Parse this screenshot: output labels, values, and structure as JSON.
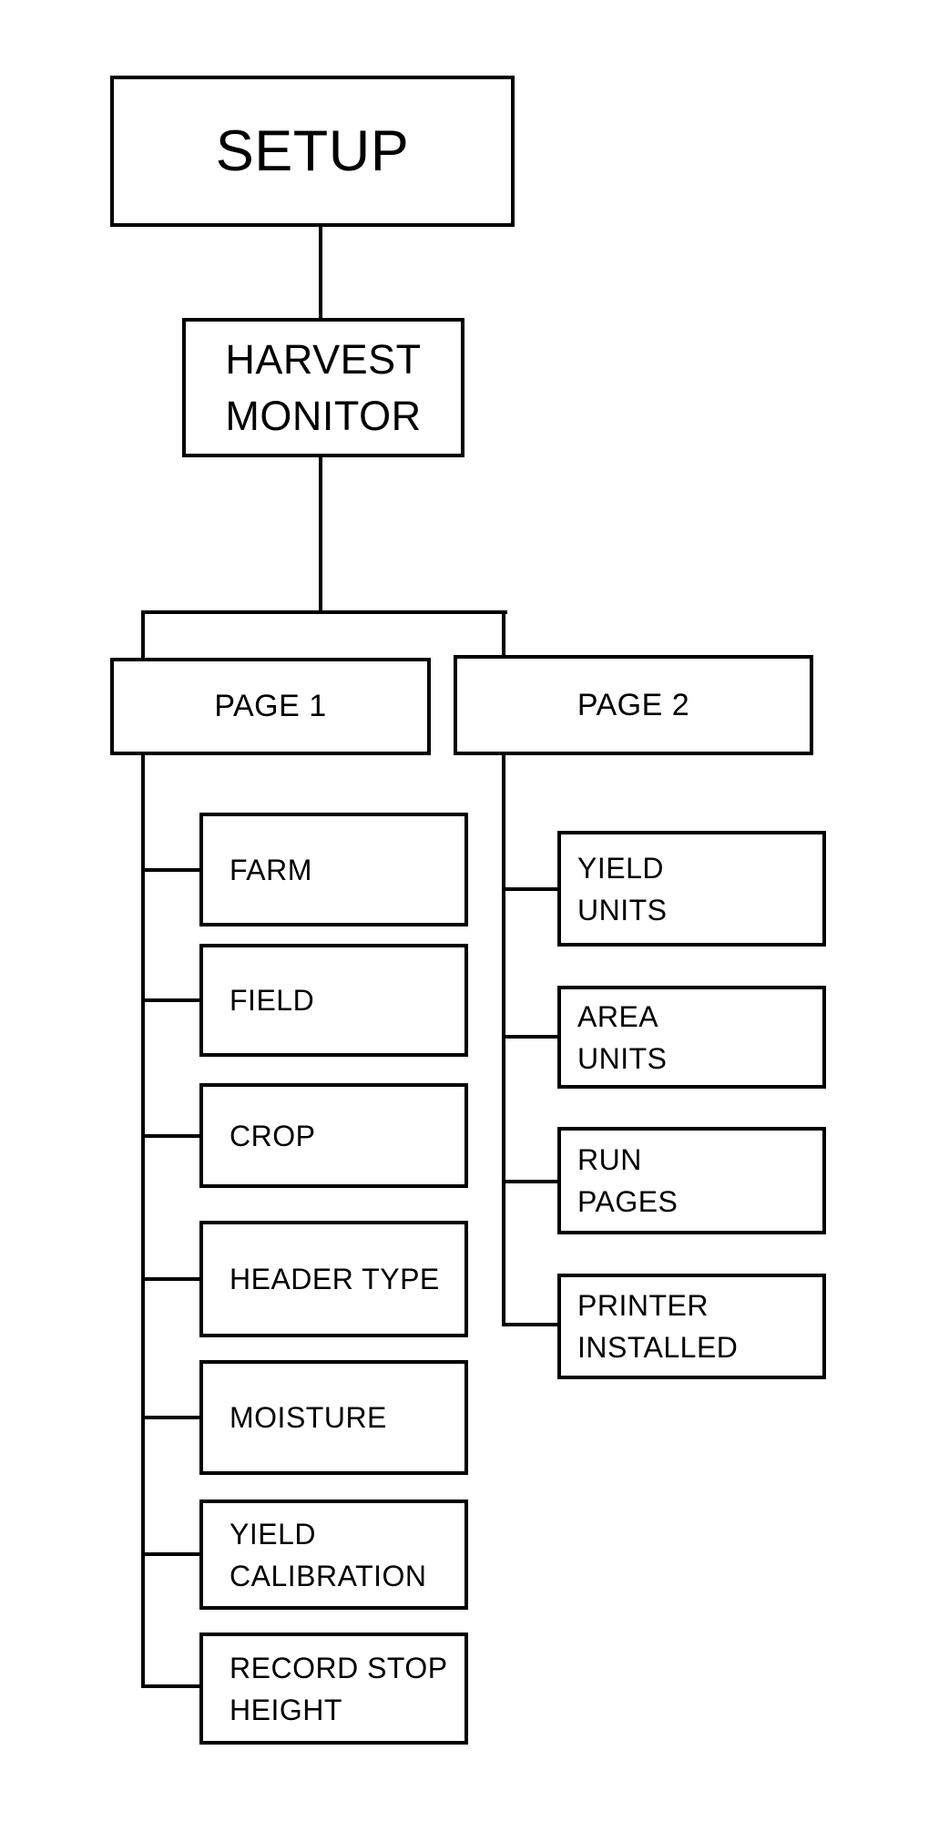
{
  "colors": {
    "line": "#000000",
    "box_border": "#000000",
    "box_fill": "#ffffff",
    "background": "#ffffff"
  },
  "diagram": {
    "type": "menu-tree",
    "root": {
      "label": "SETUP",
      "lines": [
        "SETUP"
      ]
    },
    "harvest_monitor": {
      "label": "HARVEST MONITOR",
      "lines": [
        "HARVEST",
        "MONITOR"
      ]
    },
    "branches": [
      {
        "header": {
          "label": "PAGE 1",
          "lines": [
            "PAGE 1"
          ]
        },
        "items": [
          {
            "label": "FARM",
            "lines": [
              "FARM"
            ]
          },
          {
            "label": "FIELD",
            "lines": [
              "FIELD"
            ]
          },
          {
            "label": "CROP",
            "lines": [
              "CROP"
            ]
          },
          {
            "label": "HEADER TYPE",
            "lines": [
              "HEADER TYPE"
            ]
          },
          {
            "label": "MOISTURE",
            "lines": [
              "MOISTURE"
            ]
          },
          {
            "label": "YIELD CALIBRATION",
            "lines": [
              "YIELD",
              "CALIBRATION"
            ]
          },
          {
            "label": "RECORD STOP HEIGHT",
            "lines": [
              "RECORD STOP",
              "HEIGHT"
            ]
          }
        ]
      },
      {
        "header": {
          "label": "PAGE 2",
          "lines": [
            "PAGE 2"
          ]
        },
        "items": [
          {
            "label": "YIELD UNITS",
            "lines": [
              "YIELD",
              "UNITS"
            ]
          },
          {
            "label": "AREA UNITS",
            "lines": [
              "AREA",
              "UNITS"
            ]
          },
          {
            "label": "RUN PAGES",
            "lines": [
              "RUN",
              "PAGES"
            ]
          },
          {
            "label": "PRINTER INSTALLED",
            "lines": [
              "PRINTER",
              "INSTALLED"
            ]
          }
        ]
      }
    ]
  }
}
